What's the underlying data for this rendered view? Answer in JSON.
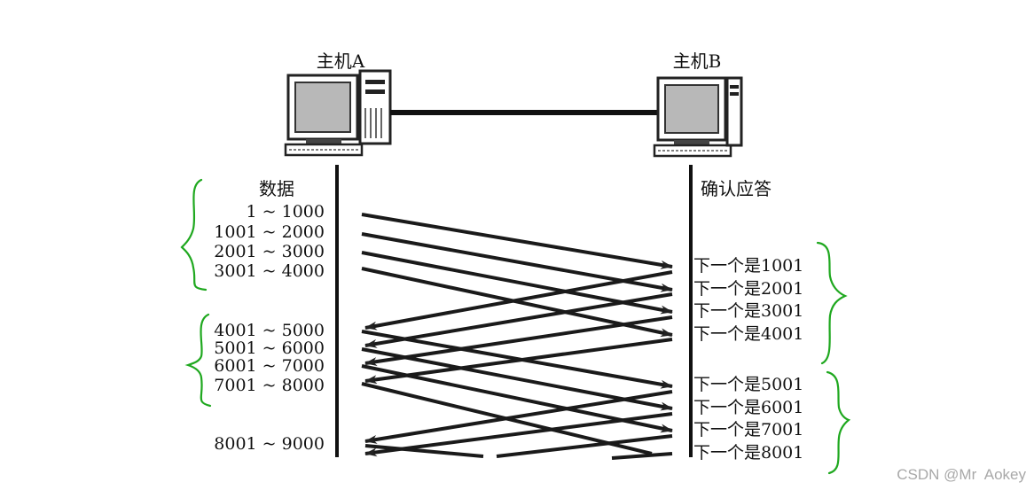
{
  "host_a": {
    "label": "主机A"
  },
  "host_b": {
    "label": "主机B"
  },
  "data_column": {
    "header": "数据",
    "ranges": [
      "1 ~ 1000",
      "1001 ~ 2000",
      "2001 ~ 3000",
      "3001 ~ 4000",
      "4001 ~ 5000",
      "5001 ~ 6000",
      "6001 ~ 7000",
      "7001 ~ 8000",
      "8001 ~ 9000"
    ]
  },
  "ack_column": {
    "header": "确认应答",
    "acks": [
      "下一个是1001",
      "下一个是2001",
      "下一个是3001",
      "下一个是4001",
      "下一个是5001",
      "下一个是6001",
      "下一个是7001",
      "下一个是8001"
    ]
  },
  "annotation_color": "#1fa81f",
  "watermark": "CSDN @Mr  Aokey"
}
